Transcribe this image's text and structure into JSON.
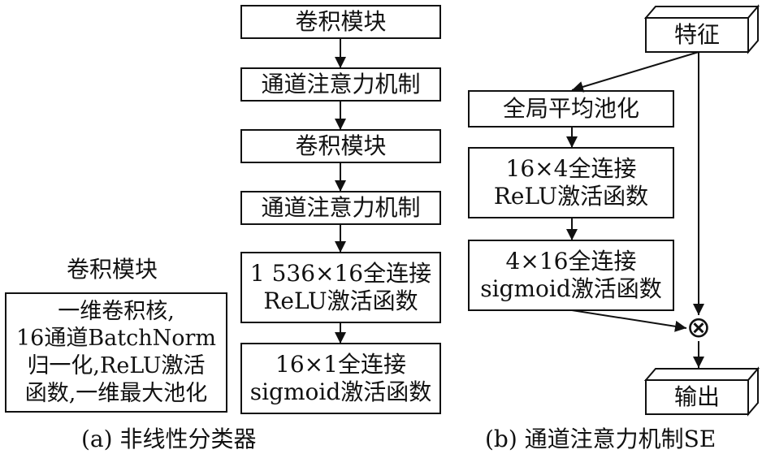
{
  "panel_a": {
    "caption": "(a) 非线性分类器",
    "flow": [
      {
        "lines": [
          "卷积模块"
        ]
      },
      {
        "lines": [
          "通道注意力机制"
        ]
      },
      {
        "lines": [
          "卷积模块"
        ]
      },
      {
        "lines": [
          "通道注意力机制"
        ]
      },
      {
        "lines": [
          "1 536×16全连接",
          "ReLU激活函数"
        ]
      },
      {
        "lines": [
          "16×1全连接",
          "sigmoid激活函数"
        ]
      }
    ],
    "legend": {
      "title": "卷积模块",
      "lines": [
        "一维卷积核,",
        "16通道BatchNorm",
        "归一化,ReLU激活",
        "函数,一维最大池化"
      ]
    }
  },
  "panel_b": {
    "caption": "(b) 通道注意力机制SE",
    "input": "特征",
    "flow": [
      {
        "lines": [
          "全局平均池化"
        ]
      },
      {
        "lines": [
          "16×4全连接",
          "ReLU激活函数"
        ]
      },
      {
        "lines": [
          "4×16全连接",
          "sigmoid激活函数"
        ]
      }
    ],
    "multiply_symbol": "⊗",
    "output": "输出"
  }
}
